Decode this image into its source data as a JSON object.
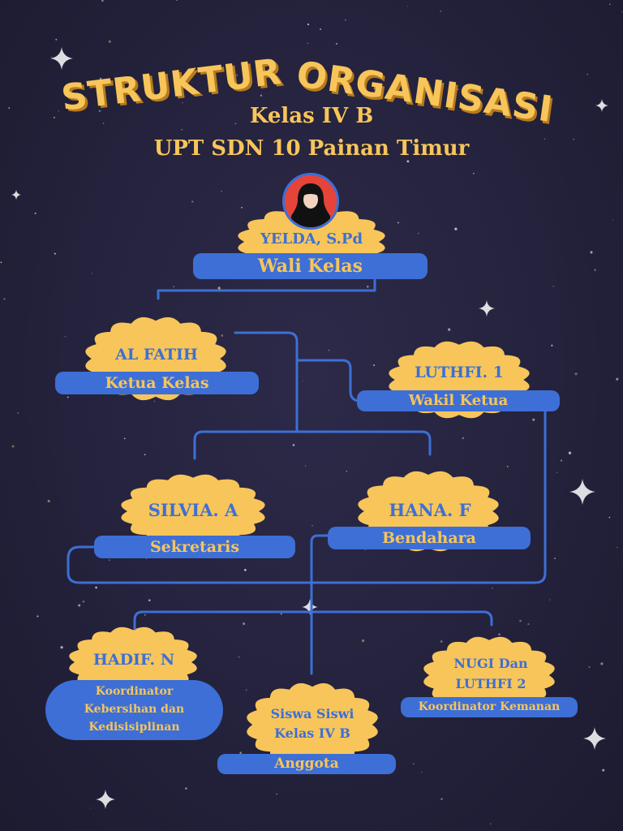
{
  "header": {
    "title_word_1": "STRUKTUR",
    "title_word_2": "ORGANISASI",
    "class_name": "Kelas IV B",
    "school_name": "UPT SDN 10 Painan Timur"
  },
  "nodes": {
    "wali": {
      "name": "YELDA, S.Pd",
      "role": "Wali Kelas"
    },
    "ketua": {
      "name": "AL FATIH",
      "role": "Ketua Kelas"
    },
    "wakil": {
      "name": "LUTHFI. 1",
      "role": "Wakil Ketua"
    },
    "sekretaris": {
      "name": "SILVIA. A",
      "role": "Sekretaris"
    },
    "bendahara": {
      "name": "HANA. F",
      "role": "Bendahara"
    },
    "kebersihan": {
      "name": "HADIF. N",
      "role_line_1": "Koordinator",
      "role_line_2": "Kebersihan dan",
      "role_line_3": "Kedisisiplinan"
    },
    "anggota": {
      "name_line_1": "Siswa Siswi",
      "name_line_2": "Kelas IV B",
      "role": "Anggota"
    },
    "keamanan": {
      "name_line_1": "NUGI Dan",
      "name_line_2": "LUTHFI 2",
      "role": "Koordinator Kemanan"
    }
  },
  "colors": {
    "background": "#24223c",
    "accent_yellow": "#f7c55a",
    "accent_blue": "#3d6fd6",
    "connector": "#3d6fd6",
    "avatar_bg": "#e5443a"
  },
  "icons": [
    "person-avatar-icon",
    "sparkle-star-icon"
  ]
}
